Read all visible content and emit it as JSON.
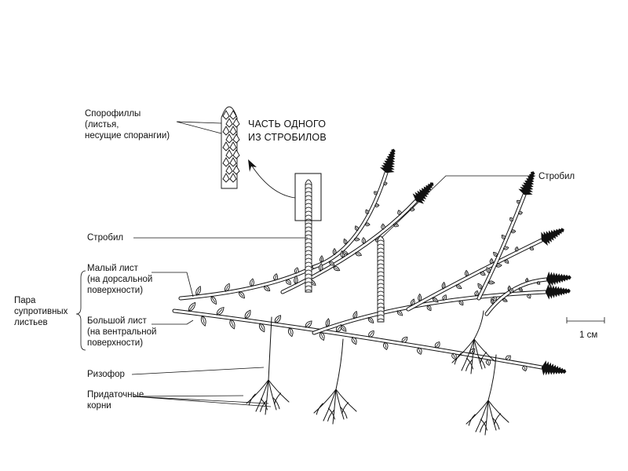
{
  "labels": {
    "sporophylls": [
      "Спорофиллы",
      "(листья,",
      "несущие спорангии)"
    ],
    "strobilus_part": [
      "ЧАСТЬ ОДНОГО",
      "ИЗ СТРОБИЛОВ"
    ],
    "strobilus_left": "Стробил",
    "strobilus_right": "Стробил",
    "small_leaf": [
      "Малый лист",
      "(на дорсальной",
      "поверхности)"
    ],
    "opposite_pair": [
      "Пара",
      "супротивных",
      "листьев"
    ],
    "large_leaf": [
      "Большой лист",
      "(на вентральной",
      "поверхности)"
    ],
    "rhizophore": "Ризофор",
    "adventitious_roots": [
      "Придаточные",
      "корни"
    ],
    "scale": "1 см"
  }
}
